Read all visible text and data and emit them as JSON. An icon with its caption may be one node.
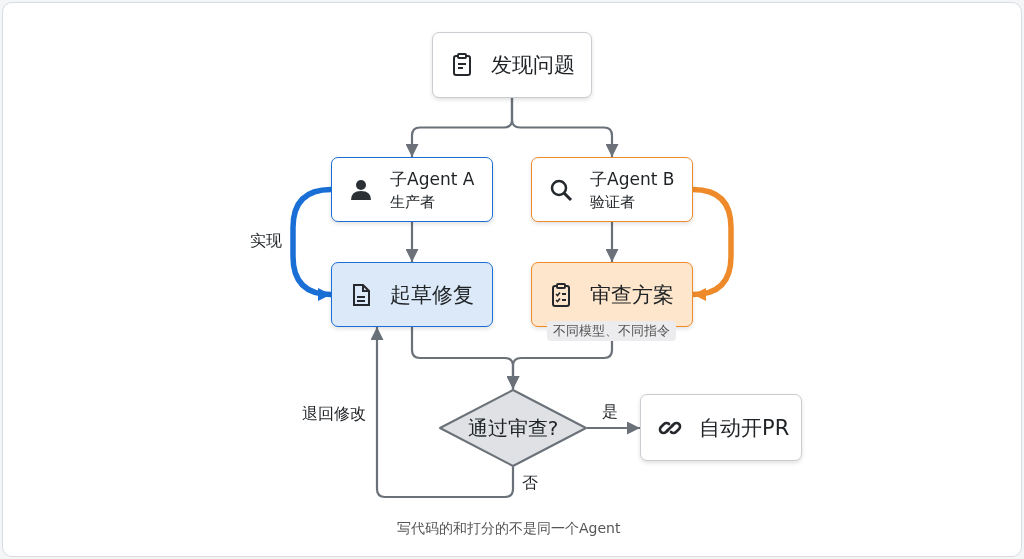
{
  "diagram": {
    "caption": "写代码的和打分的不是同一个Agent",
    "nodes": [
      {
        "text": [
          "发现问题"
        ]
      },
      {
        "text": [
          "子Agent A",
          "生产者"
        ]
      },
      {
        "text": [
          "子Agent B",
          "验证者"
        ]
      },
      {
        "text": [
          "起草修复"
        ]
      },
      {
        "text": [
          "审查方案"
        ],
        "beside": [
          "不同模型、不同指令"
        ]
      },
      {
        "text": [
          "通过审查?"
        ]
      },
      {
        "text": [
          "自动开PR"
        ]
      }
    ],
    "edges": [
      {
        "from": 0,
        "to": 1,
        "arrow": "to"
      },
      {
        "from": 0,
        "to": 2,
        "arrow": "to"
      },
      {
        "from": 1,
        "to": 3,
        "arrow": "to"
      },
      {
        "from": 2,
        "to": 4,
        "arrow": "to"
      },
      {
        "from": 1,
        "to": 3,
        "arrow": "to",
        "label": "实现",
        "style": "thick",
        "color": "#1a6fd6"
      },
      {
        "from": 2,
        "to": 4,
        "arrow": "to",
        "style": "thick",
        "color": "#ee8a2a"
      },
      {
        "from": 3,
        "to": 5,
        "arrow": "to"
      },
      {
        "from": 4,
        "to": 5,
        "arrow": "to"
      },
      {
        "from": 5,
        "to": 6,
        "arrow": "to",
        "label": "是"
      },
      {
        "from": 5,
        "to": 3,
        "arrow": "to",
        "label": "否"
      }
    ],
    "labels": [
      "退回修改"
    ]
  }
}
